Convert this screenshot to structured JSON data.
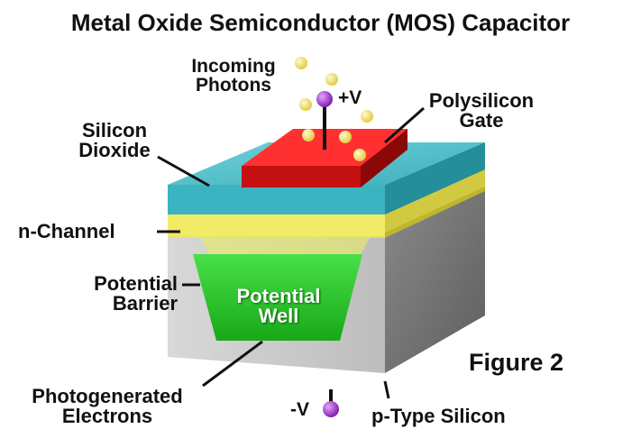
{
  "title": "Metal Oxide Semiconductor (MOS) Capacitor",
  "figure_label": "Figure 2",
  "labels": {
    "incoming_photons": [
      "Incoming",
      "Photons"
    ],
    "plus_v": "+V",
    "minus_v": "-V",
    "polysilicon_gate": [
      "Polysilicon",
      "Gate"
    ],
    "silicon_dioxide": [
      "Silicon",
      "Dioxide"
    ],
    "n_channel": "n-Channel",
    "potential_barrier": [
      "Potential",
      "Barrier"
    ],
    "potential_well": [
      "Potential",
      "Well"
    ],
    "photogenerated_electrons": [
      "Photogenerated",
      "Electrons"
    ],
    "p_type_silicon": "p-Type Silicon"
  },
  "colors": {
    "gate": "#e01414",
    "oxide": "#3bb8c4",
    "n_channel": "#e8e23a",
    "well": "#28c828",
    "silicon": "#c8c8c8",
    "photon": "#f0e060",
    "terminal": "#9b30c0"
  }
}
